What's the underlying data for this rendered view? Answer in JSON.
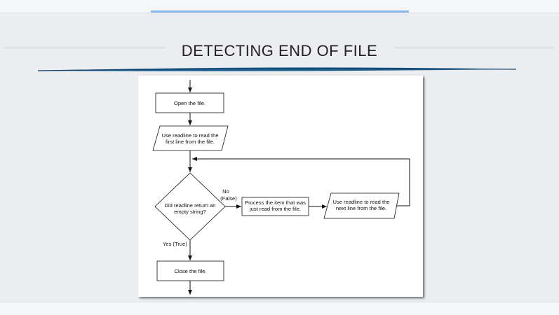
{
  "slide": {
    "title": "DETECTING END OF FILE"
  },
  "flowchart": {
    "open_file": "Open the file.",
    "read_first": [
      "Use readline to read the",
      "first line from the file."
    ],
    "decision": [
      "Did readline return an",
      "empty string?"
    ],
    "no_label": [
      "No",
      "(False)"
    ],
    "process_item": [
      "Process the item that was",
      "just read from the file."
    ],
    "read_next": [
      "Use readline to read the",
      "next line from the file."
    ],
    "yes_label": "Yes (True)",
    "close_file": "Close the file."
  }
}
